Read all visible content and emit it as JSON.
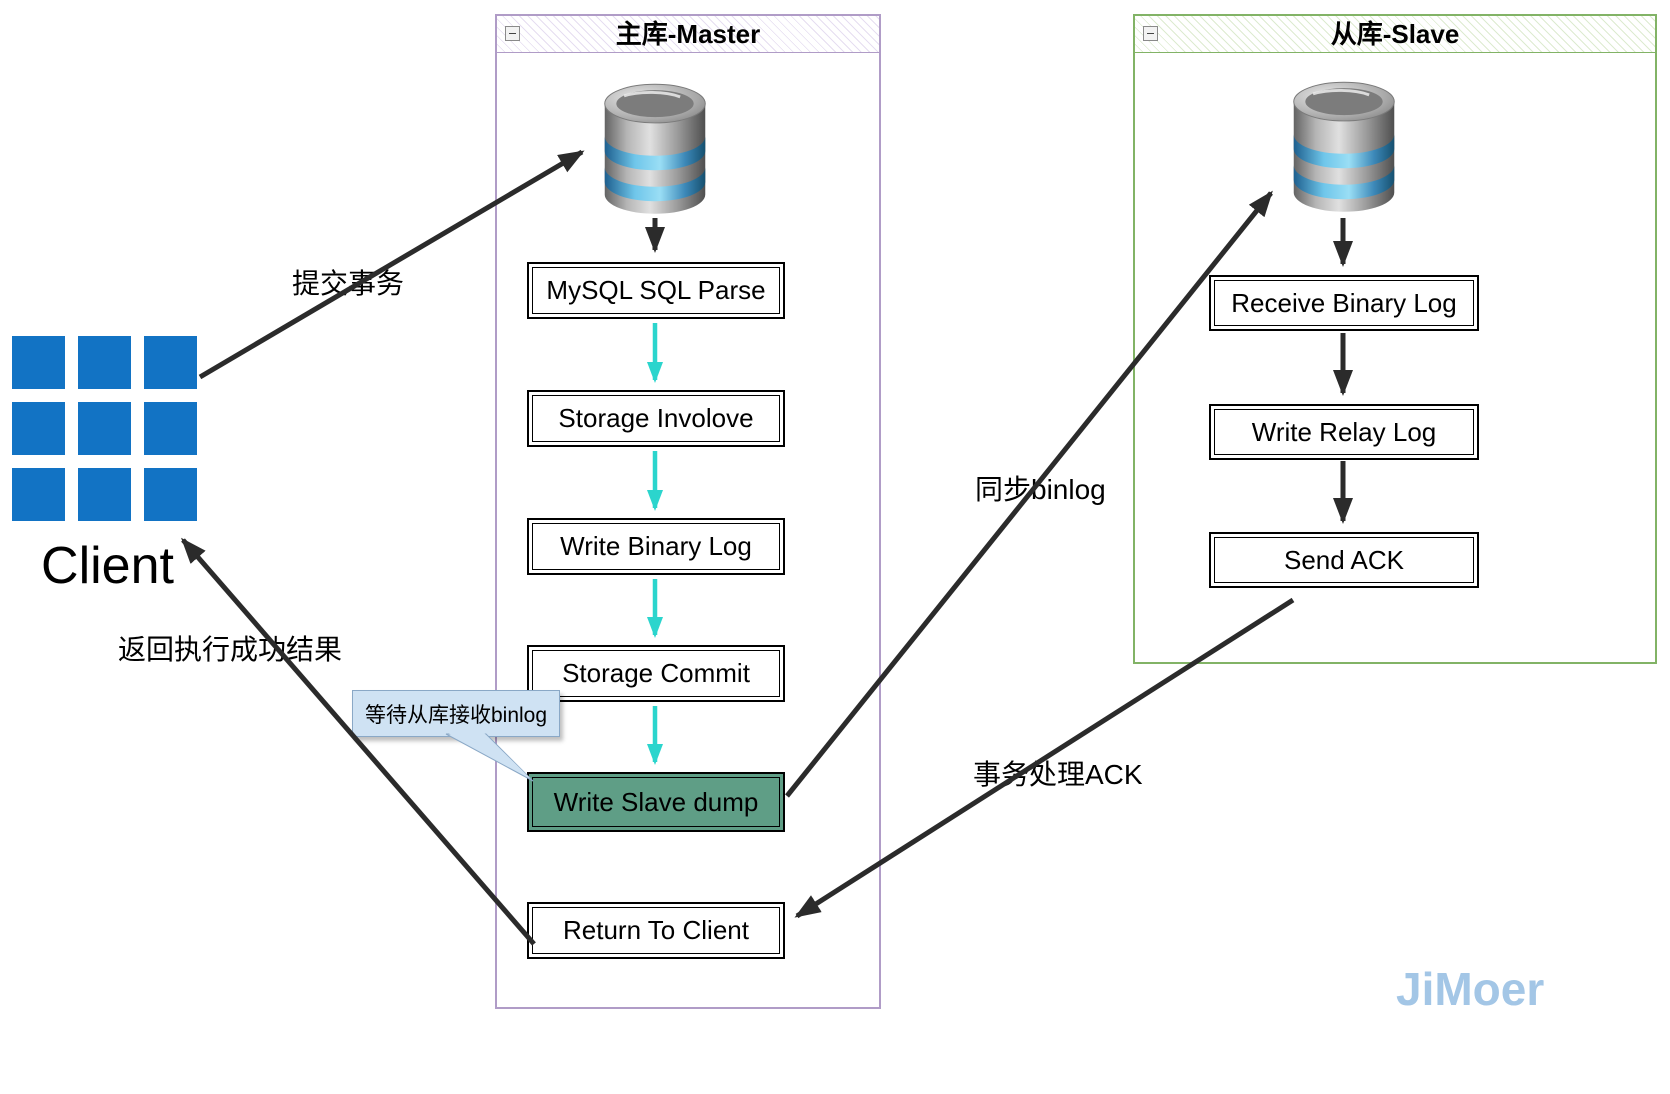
{
  "client": {
    "label": "Client"
  },
  "master": {
    "title": "主库-Master",
    "nodes": [
      {
        "id": "mysql-sql-parse",
        "label": "MySQL SQL Parse"
      },
      {
        "id": "storage-involove",
        "label": "Storage Involove"
      },
      {
        "id": "write-binary-log",
        "label": "Write Binary Log"
      },
      {
        "id": "storage-commit",
        "label": "Storage Commit"
      },
      {
        "id": "write-slave-dump",
        "label": "Write Slave dump",
        "highlighted": true
      },
      {
        "id": "return-to-client",
        "label": "Return To Client"
      }
    ],
    "callout": {
      "text": "等待从库接收binlog"
    }
  },
  "slave": {
    "title": "从库-Slave",
    "nodes": [
      {
        "id": "receive-binary-log",
        "label": "Receive Binary Log"
      },
      {
        "id": "write-relay-log",
        "label": "Write Relay Log"
      },
      {
        "id": "send-ack",
        "label": "Send ACK"
      }
    ]
  },
  "edges": {
    "submit_transaction": "提交事务",
    "sync_binlog": "同步binlog",
    "transaction_ack": "事务处理ACK",
    "return_result": "返回执行成功结果"
  },
  "watermark": "JiMoer",
  "colors": {
    "client_blue": "#1273c4",
    "master_border": "#b09cc7",
    "slave_border": "#82b366",
    "flow_arrow_cyan": "#2bd5cd",
    "arrow_black": "#2b2b2b",
    "highlight_node_green": "#5f9e86",
    "callout_bg": "#cfe2f3",
    "watermark_blue": "#a3c6e6"
  }
}
